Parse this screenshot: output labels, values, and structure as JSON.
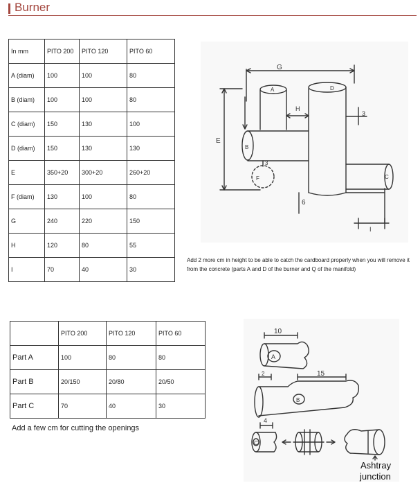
{
  "title": "Burner",
  "dimensions_table": {
    "headers": [
      "In mm",
      "PITO 200",
      "PITO 120",
      "PITO 60"
    ],
    "rows": [
      [
        "A (diam)",
        "100",
        "100",
        "80"
      ],
      [
        "B (diam)",
        "100",
        "100",
        "80"
      ],
      [
        "C (diam)",
        "150",
        "130",
        "100"
      ],
      [
        "D (diam)",
        "150",
        "130",
        "130"
      ],
      [
        "E",
        "350+20",
        "300+20",
        "260+20"
      ],
      [
        "F (diam)",
        "130",
        "100",
        "80"
      ],
      [
        "G",
        "240",
        "220",
        "150"
      ],
      [
        "H",
        "120",
        "80",
        "55"
      ],
      [
        "I",
        "70",
        "40",
        "30"
      ]
    ]
  },
  "burner_sketch_labels": {
    "g": "G",
    "a": "A",
    "d": "D",
    "h": "H",
    "three_top": "3",
    "e": "E",
    "b": "B",
    "three_small": "3",
    "f": "F",
    "c": "C",
    "six": "6",
    "i": "I"
  },
  "burner_note": "Add 2 more cm in height to be able to catch the cardboard properly when you will remove it from the concrete (parts A and D of the burner and Q of the manifold)",
  "parts_table": {
    "headers": [
      "",
      "PITO 200",
      "PITO 120",
      "PITO 60"
    ],
    "rows": [
      [
        "Part A",
        "100",
        "80",
        "80"
      ],
      [
        "Part B",
        "20/150",
        "20/80",
        "20/50"
      ],
      [
        "Part C",
        "70",
        "40",
        "30"
      ]
    ]
  },
  "parts_note": "Add a few cm for cutting the openings",
  "parts_sketch_labels": {
    "ten": "10",
    "a": "A",
    "two": "2",
    "fifteen": "15",
    "b": "B",
    "four": "4",
    "c": "C",
    "ashtray_line1": "Ashtray",
    "ashtray_line2": "junction"
  }
}
